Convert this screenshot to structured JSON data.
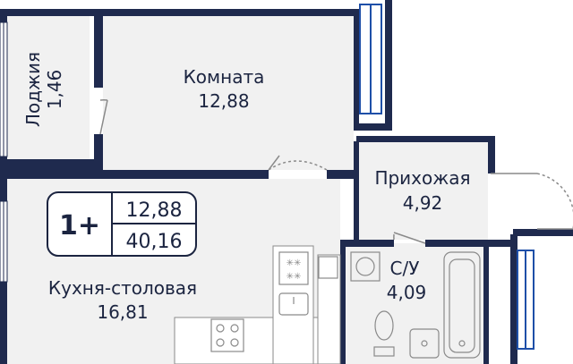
{
  "plan": {
    "rooms": [
      {
        "id": "loggia",
        "name": "Лоджия",
        "area": "1,46"
      },
      {
        "id": "room",
        "name": "Комната",
        "area": "12,88"
      },
      {
        "id": "hall",
        "name": "Прихожая",
        "area": "4,92"
      },
      {
        "id": "kitchen",
        "name": "Кухня-столовая",
        "area": "16,81"
      },
      {
        "id": "bathroom",
        "name": "С/У",
        "area": "4,09"
      }
    ],
    "badge": {
      "type": "1+",
      "living_area": "12,88",
      "total_area": "40,16"
    }
  },
  "colors": {
    "wall": "#1f2a4e",
    "floor": "#f1f1f1",
    "accent": "#1e4fa8",
    "text": "#1b2440"
  }
}
